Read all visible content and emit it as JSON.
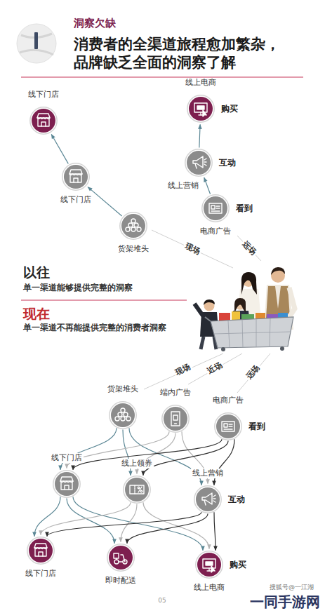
{
  "diagram": {
    "title": "消费者的全渠道旅程愈加繁杂， 品牌缺乏全面的洞察了解",
    "nodes": [
      {
        "text": [
          "线下门店"
        ]
      },
      {
        "text": [
          "线下门店"
        ]
      },
      {
        "text": [
          "货架堆头"
        ]
      },
      {
        "text": [
          "线上电商",
          "购买"
        ]
      },
      {
        "text": [
          "线上营销",
          "互动"
        ]
      },
      {
        "text": [
          "电商广告",
          "看到"
        ]
      },
      {
        "text": [
          "货架堆头"
        ]
      },
      {
        "text": [
          "端内广告"
        ]
      },
      {
        "text": [
          "电商广告",
          "看到"
        ]
      },
      {
        "text": [
          "线下门店"
        ]
      },
      {
        "text": [
          "线上领券"
        ]
      },
      {
        "text": [
          "线上营销",
          "互动"
        ]
      },
      {
        "text": [
          "线下门店"
        ]
      },
      {
        "text": [
          "即时配送"
        ]
      },
      {
        "text": [
          "线上电商",
          "购买"
        ]
      }
    ],
    "edges": [
      {
        "from": 2,
        "to": 1,
        "arrow": "to"
      },
      {
        "from": 1,
        "to": 0,
        "arrow": "to"
      },
      {
        "from": 5,
        "to": 4,
        "arrow": "to"
      },
      {
        "from": 4,
        "to": 3,
        "arrow": "to"
      },
      {
        "from": 6,
        "to": 9,
        "arrow": "to"
      },
      {
        "from": 6,
        "to": 10,
        "arrow": "to"
      },
      {
        "from": 6,
        "to": 11,
        "arrow": "to"
      },
      {
        "from": 7,
        "to": 9,
        "arrow": "to"
      },
      {
        "from": 7,
        "to": 10,
        "arrow": "to"
      },
      {
        "from": 7,
        "to": 11,
        "arrow": "to"
      },
      {
        "from": 8,
        "to": 9,
        "arrow": "to"
      },
      {
        "from": 8,
        "to": 10,
        "arrow": "to"
      },
      {
        "from": 8,
        "to": 11,
        "arrow": "to"
      },
      {
        "from": 9,
        "to": 12,
        "arrow": "to"
      },
      {
        "from": 9,
        "to": 13,
        "arrow": "to"
      },
      {
        "from": 9,
        "to": 14,
        "arrow": "to"
      },
      {
        "from": 10,
        "to": 12,
        "arrow": "to"
      },
      {
        "from": 10,
        "to": 13,
        "arrow": "to"
      },
      {
        "from": 10,
        "to": 14,
        "arrow": "to"
      },
      {
        "from": 11,
        "to": 12,
        "arrow": "to"
      },
      {
        "from": 11,
        "to": 13,
        "arrow": "to"
      },
      {
        "from": 11,
        "to": 14,
        "arrow": "to"
      }
    ],
    "labels": [
      "洞察欠缺",
      "以往",
      "单一渠道能够提供完整的洞察",
      "现在",
      "单一渠道不再能提供完整的消费者洞察",
      "现场",
      "远场",
      "现场",
      "近场",
      "远场",
      "05",
      "搜狐号@一江湖",
      "一同手游网"
    ]
  }
}
